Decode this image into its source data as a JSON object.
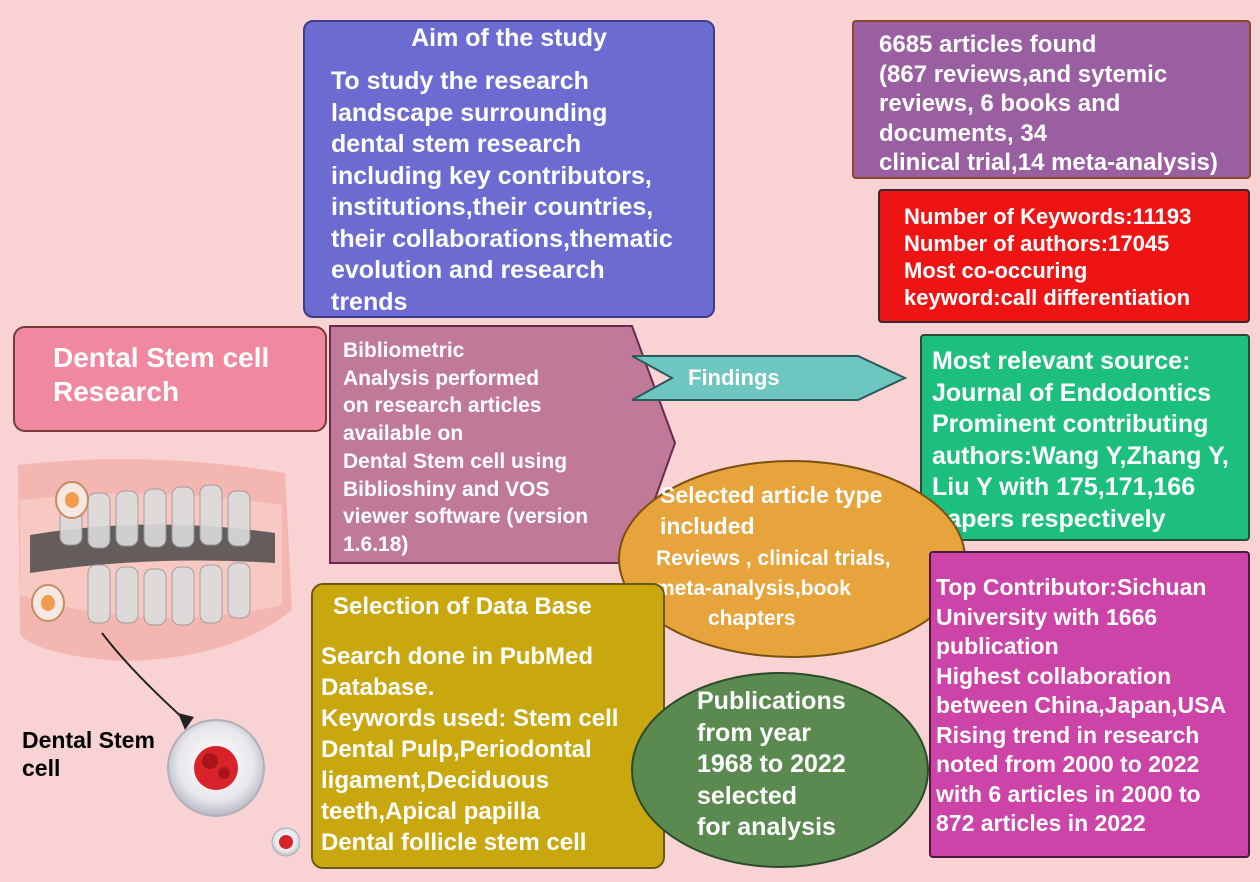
{
  "aim": {
    "title": "Aim of the study",
    "body": "To study the research\nlandscape surrounding\ndental stem research\nincluding key contributors,\ninstitutions,their countries,\ntheir collaborations,thematic\nevolution and research\ntrends"
  },
  "articles_found": "6685 articles found\n(867 reviews,and sytemic\nreviews, 6 books and\ndocuments, 34\nclinical trial,14 meta-analysis)",
  "keywords": "Number of Keywords:11193\nNumber of authors:17045\nMost co-occuring\nkeyword:call differentiation",
  "dental_stem_cell_research": "Dental Stem cell\nResearch",
  "bibliometric": "Bibliometric\nAnalysis performed\non research articles\navailable on\nDental Stem cell using\nBiblioshiny and VOS\nviewer software (version\n1.6.18)",
  "findings": "Findings",
  "relevant_source": "Most relevant source:\nJournal of Endodontics\nProminent contributing\nauthors:Wang Y,Zhang Y,\nLiu Y with 175,171,166\npapers respectively",
  "selected_article": {
    "line1": "Selected article type",
    "line2": "included",
    "line3": "Reviews , clinical trials,",
    "line4": "meta-analysis,book",
    "line5": "chapters"
  },
  "top_contributor": "Top Contributor:Sichuan\nUniversity with 1666\npublication\nHighest collaboration\nbetween China,Japan,USA\nRising trend in research\n noted from 2000 to 2022\nwith 6 articles in 2000 to\n872 articles in 2022",
  "selection_db": {
    "title": "Selection of Data Base",
    "body": "Search done in PubMed\nDatabase.\nKeywords used: Stem cell\nDental Pulp,Periodontal\nligament,Deciduous\nteeth,Apical papilla\nDental follicle stem cell"
  },
  "publications": "Publications\nfrom year\n1968 to 2022\nselected\nfor analysis",
  "dental_stem_cell_label": "Dental Stem\ncell",
  "colors": {
    "background": "#f9d2d3",
    "aim": "#6b6bd1",
    "articles": "#9a5fa0",
    "keywords": "#ef1414",
    "research": "#f0889f",
    "bibliometric": "#c07a98",
    "findings": "#6ec6c0",
    "relevant": "#1cbf7d",
    "selected": "#e7a43c",
    "top": "#cc44a8",
    "selection": "#c9a70e",
    "publications": "#5b8a50"
  }
}
